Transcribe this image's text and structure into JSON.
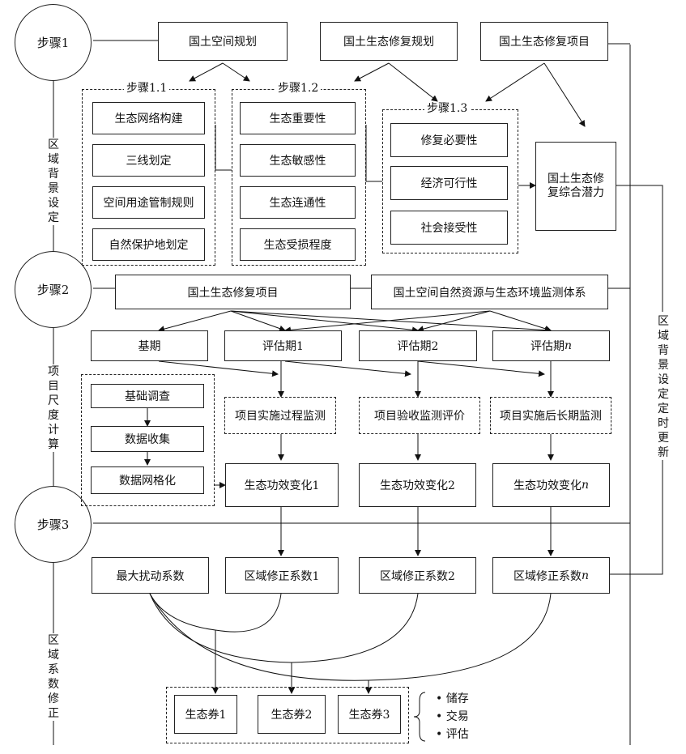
{
  "steps": {
    "s1": "步骤1",
    "s2": "步骤2",
    "s3": "步骤3",
    "s11": "步骤1.1",
    "s12": "步骤1.2",
    "s13": "步骤1.3"
  },
  "side": {
    "regional_background": "区域背景设定",
    "project_scale": "项目尺度计算",
    "regional_coef": "区域系数修正",
    "update": "区域背景设定定时更新"
  },
  "top": {
    "spatial_plan": "国土空间规划",
    "eco_restore_plan": "国土生态修复规划",
    "eco_restore_project": "国土生态修复项目"
  },
  "group11": [
    "生态网络构建",
    "三线划定",
    "空间用途管制规则",
    "自然保护地划定"
  ],
  "group12": [
    "生态重要性",
    "生态敏感性",
    "生态连通性",
    "生态受损程度"
  ],
  "group13": [
    "修复必要性",
    "经济可行性",
    "社会接受性"
  ],
  "potential": "国土生态修复综合潜力",
  "step2": {
    "project": "国土生态修复项目",
    "monitoring_system": "国土空间自然资源与生态环境监测体系"
  },
  "periods": {
    "base": "基期",
    "p1": "评估期1",
    "p2": "评估期2",
    "pn_prefix": "评估期",
    "pn_suffix": "n"
  },
  "data_steps": [
    "基础调查",
    "数据收集",
    "数据网格化"
  ],
  "monitoring": [
    "项目实施过程监测",
    "项目验收监测评价",
    "项目实施后长期监测"
  ],
  "efficacy": {
    "c1": "生态功效变化1",
    "c2": "生态功效变化2",
    "cn_prefix": "生态功效变化",
    "cn_suffix": "n"
  },
  "coef": {
    "max_disturb": "最大扰动系数",
    "r1": "区域修正系数1",
    "r2": "区域修正系数2",
    "rn_prefix": "区域修正系数",
    "rn_suffix": "n"
  },
  "vouchers": [
    "生态券1",
    "生态券2",
    "生态券3"
  ],
  "uses": [
    "储存",
    "交易",
    "评估"
  ]
}
